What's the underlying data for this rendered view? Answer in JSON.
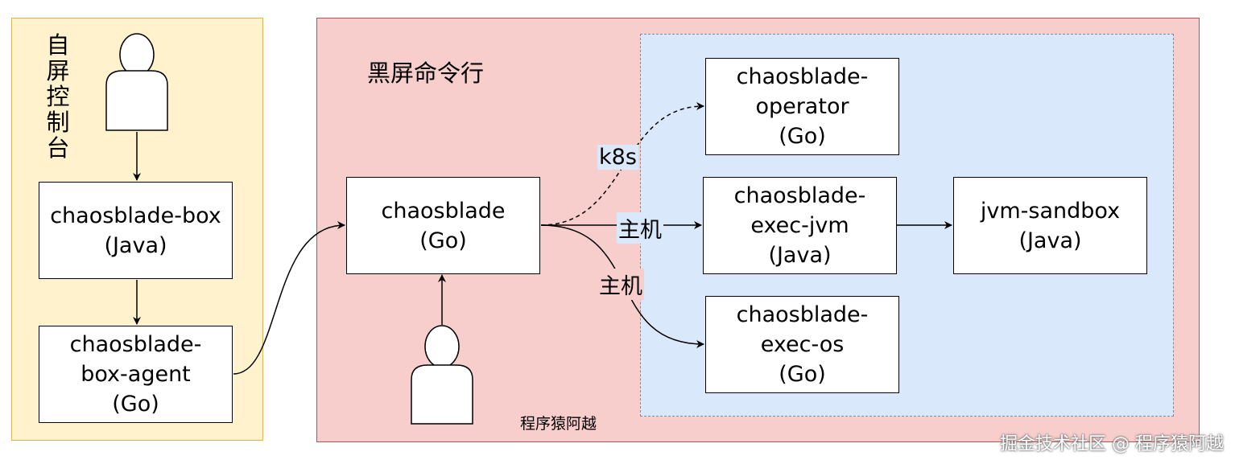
{
  "console_panel": {
    "title_chars": [
      "自",
      "屏",
      "控",
      "制",
      "台"
    ]
  },
  "cli_panel": {
    "title": "黑屏命令行",
    "signature": "程序猿阿越"
  },
  "nodes": {
    "box": {
      "line1": "chaosblade-box",
      "line2": "(Java)"
    },
    "agent": {
      "line1": "chaosblade-",
      "line2": "box-agent",
      "line3": "(Go)"
    },
    "blade": {
      "line1": "chaosblade",
      "line2": "(Go)"
    },
    "operator": {
      "line1": "chaosblade-",
      "line2": "operator",
      "line3": "(Go)"
    },
    "exec_jvm": {
      "line1": "chaosblade-",
      "line2": "exec-jvm",
      "line3": "(Java)"
    },
    "exec_os": {
      "line1": "chaosblade-",
      "line2": "exec-os",
      "line3": "(Go)"
    },
    "sandbox": {
      "line1": "jvm-sandbox",
      "line2": "(Java)"
    }
  },
  "edge_labels": {
    "k8s": "k8s",
    "host1": "主机",
    "host2": "主机"
  },
  "watermark": "掘金技术社区 @ 程序猿阿越",
  "colors": {
    "console_fill": "#fff2cc",
    "console_stroke": "#d6b656",
    "cli_fill": "#f8cecc",
    "cli_stroke": "#b85450",
    "k8s_fill": "#dae8fc",
    "k8s_stroke": "#6c8ebf"
  },
  "icons": {
    "user_console": "person-icon",
    "user_cli": "person-icon"
  }
}
